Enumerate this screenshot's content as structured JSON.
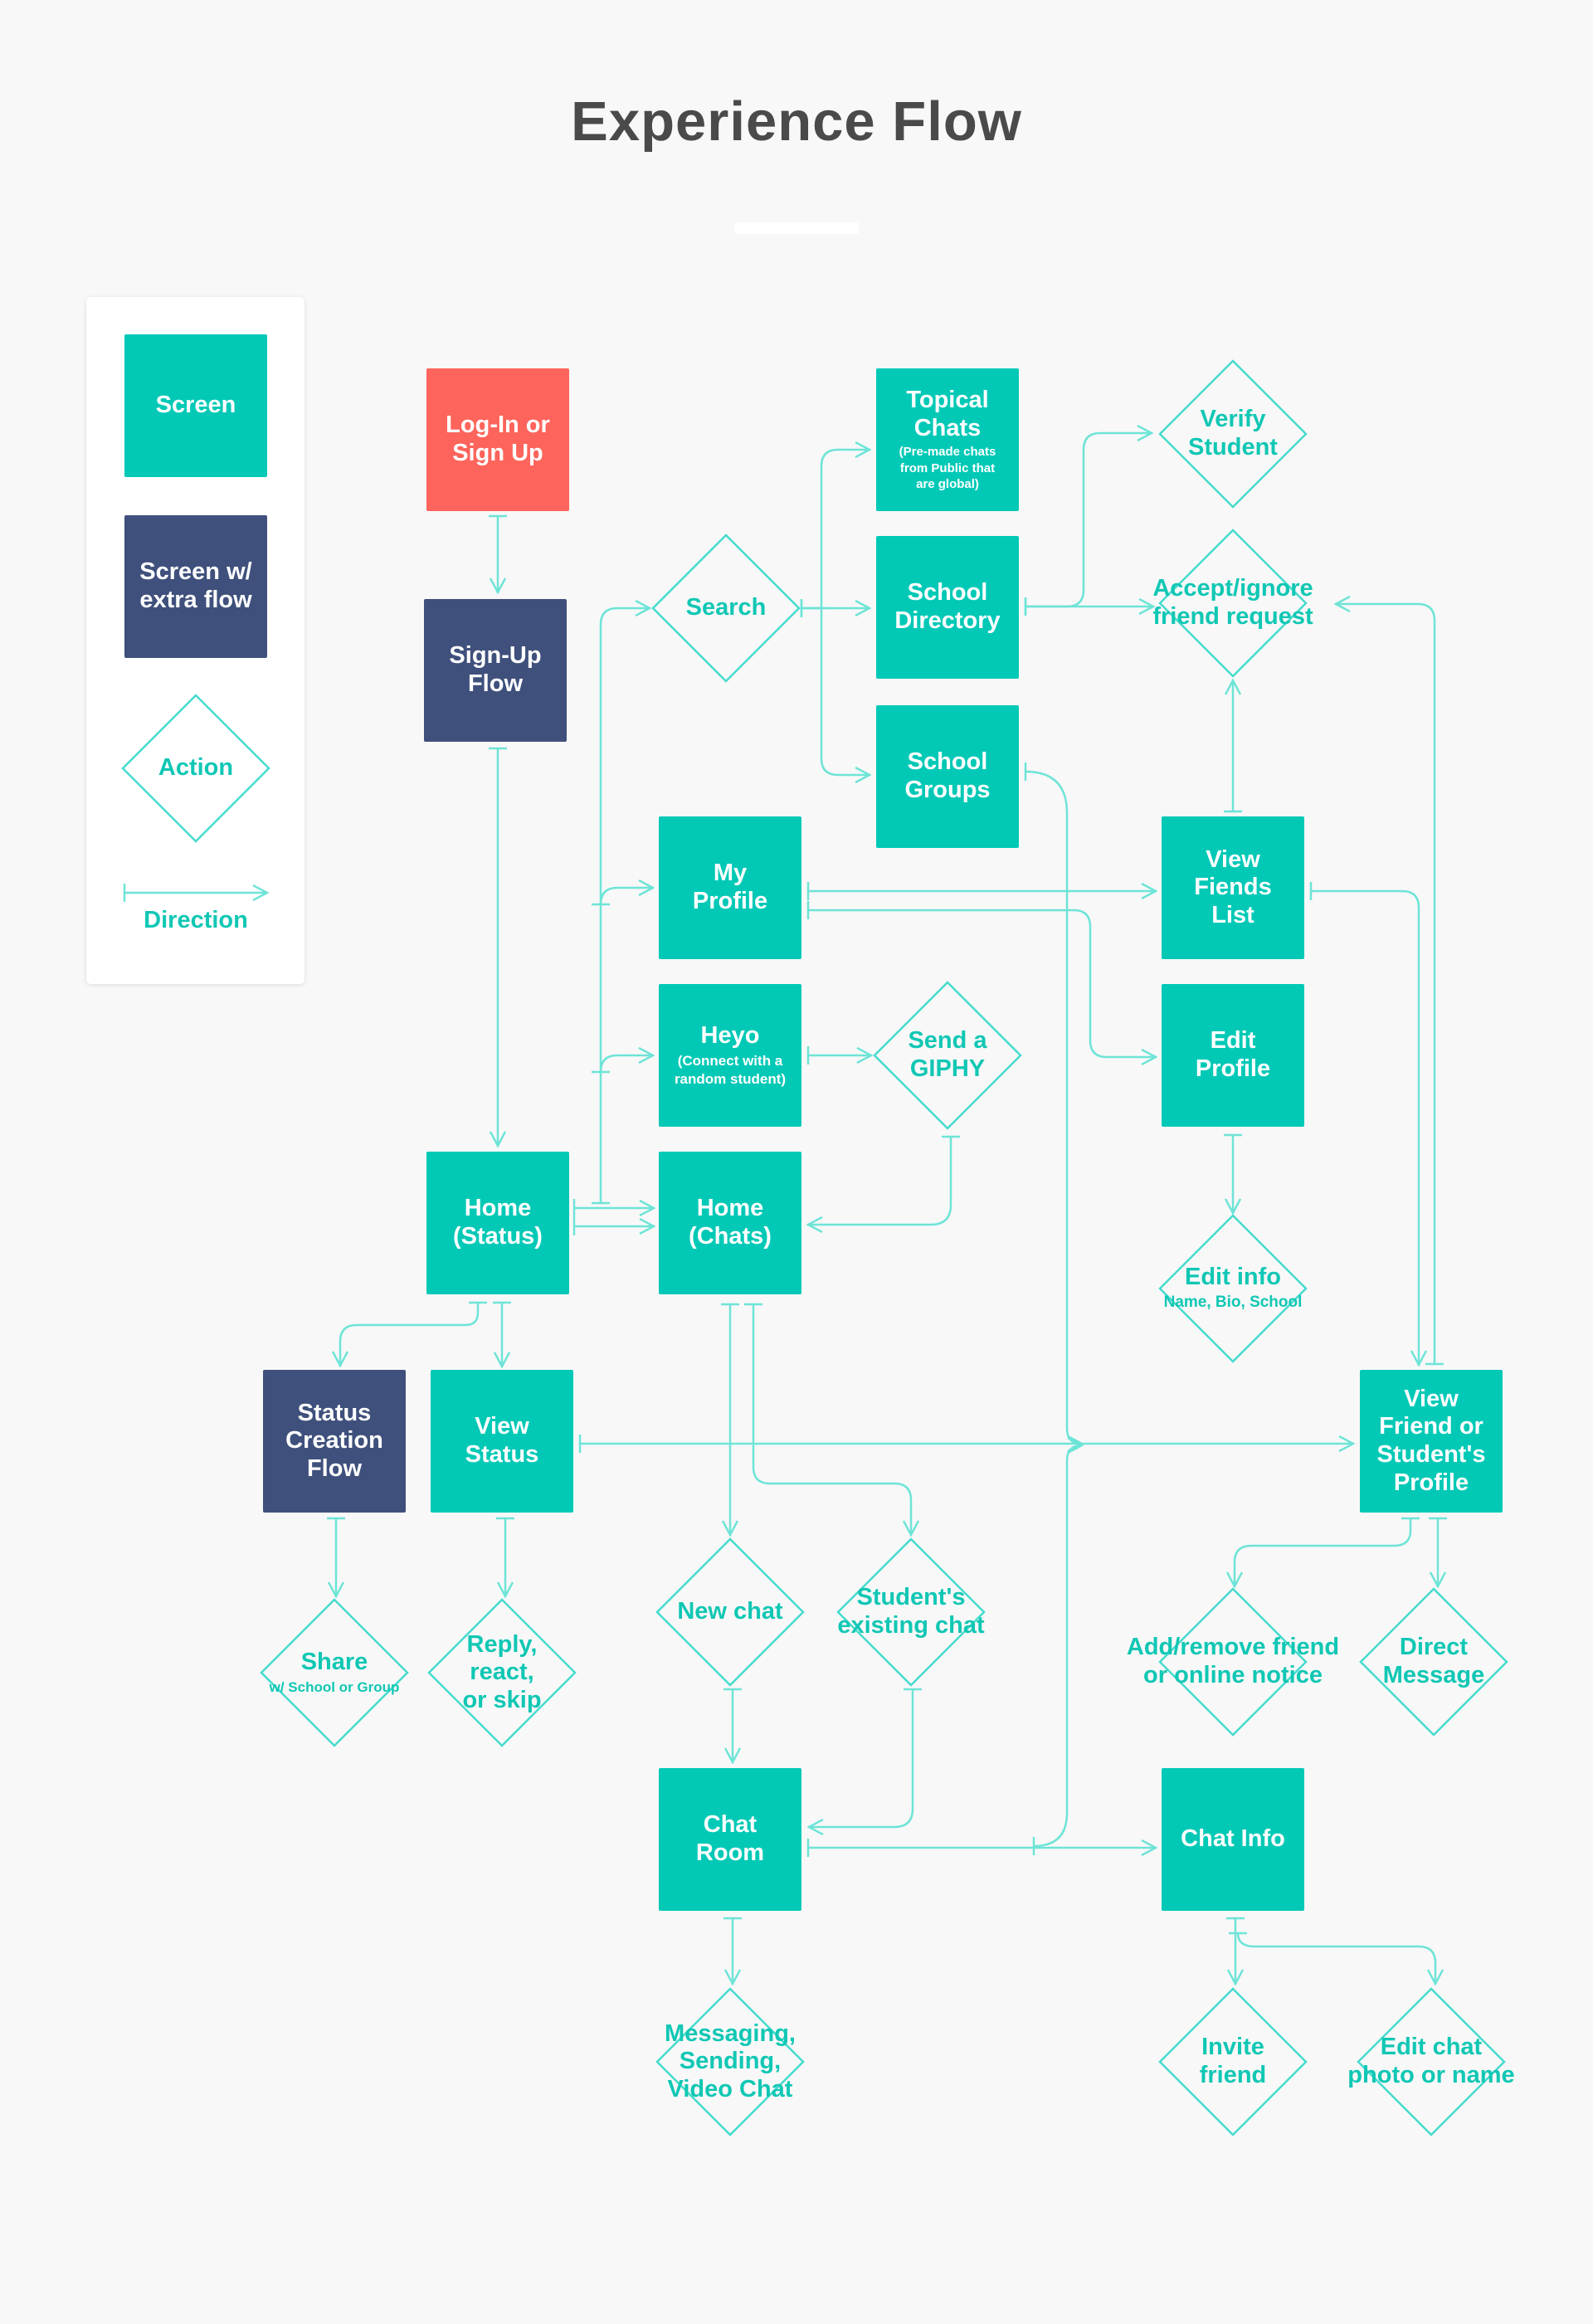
{
  "title": "Experience Flow",
  "colors": {
    "background": "#f8f8f8",
    "screen": "#02c9b6",
    "screen_extra": "#3f507c",
    "start": "#fd645b",
    "action_stroke": "#45dbcd",
    "connector": "#6ee4d7",
    "title": "#4a4a4a"
  },
  "legend": {
    "screen": "Screen",
    "screen_extra": "Screen w/\nextra flow",
    "action": "Action",
    "direction": "Direction"
  },
  "nodes": {
    "login": {
      "label": "Log-In or\nSign Up",
      "kind": "start"
    },
    "signup": {
      "label": "Sign-Up\nFlow",
      "kind": "screen-extra"
    },
    "search": {
      "label": "Search",
      "kind": "action"
    },
    "topical": {
      "label": "Topical\nChats",
      "sub": "(Pre-made chats\nfrom Public that\nare global)",
      "kind": "screen"
    },
    "directory": {
      "label": "School\nDirectory",
      "kind": "screen"
    },
    "groups": {
      "label": "School\nGroups",
      "kind": "screen"
    },
    "verify": {
      "label": "Verify\nStudent",
      "kind": "action"
    },
    "accept": {
      "label": "Accept/ignore\nfriend request",
      "kind": "action"
    },
    "my_profile": {
      "label": "My\nProfile",
      "kind": "screen"
    },
    "friends_list": {
      "label": "View\nFiends\nList",
      "kind": "screen"
    },
    "heyo": {
      "label": "Heyo",
      "sub": "(Connect with a\nrandom student)",
      "kind": "screen"
    },
    "giphy": {
      "label": "Send a\nGIPHY",
      "kind": "action"
    },
    "edit_profile": {
      "label": "Edit\nProfile",
      "kind": "screen"
    },
    "home_status": {
      "label": "Home\n(Status)",
      "kind": "screen"
    },
    "home_chats": {
      "label": "Home\n(Chats)",
      "kind": "screen"
    },
    "edit_info": {
      "label": "Edit info",
      "sub": "Name, Bio, School",
      "kind": "action"
    },
    "status_creation": {
      "label": "Status\nCreation\nFlow",
      "kind": "screen-extra"
    },
    "view_status": {
      "label": "View\nStatus",
      "kind": "screen"
    },
    "view_friend": {
      "label": "View\nFriend or\nStudent's\nProfile",
      "kind": "screen"
    },
    "share": {
      "label": "Share",
      "sub": "w/ School or Group",
      "kind": "action"
    },
    "reply": {
      "label": "Reply,\nreact,\nor skip",
      "kind": "action"
    },
    "new_chat": {
      "label": "New chat",
      "kind": "action"
    },
    "existing_chat": {
      "label": "Student's\nexisting chat",
      "kind": "action"
    },
    "add_remove": {
      "label": "Add/remove friend\nor online notice",
      "kind": "action"
    },
    "direct_message": {
      "label": "Direct\nMessage",
      "kind": "action"
    },
    "chat_room": {
      "label": "Chat\nRoom",
      "kind": "screen"
    },
    "chat_info": {
      "label": "Chat Info",
      "kind": "screen"
    },
    "messaging": {
      "label": "Messaging,\nSending,\nVideo Chat",
      "kind": "action"
    },
    "invite": {
      "label": "Invite\nfriend",
      "kind": "action"
    },
    "edit_chat": {
      "label": "Edit chat\nphoto or name",
      "kind": "action"
    }
  }
}
